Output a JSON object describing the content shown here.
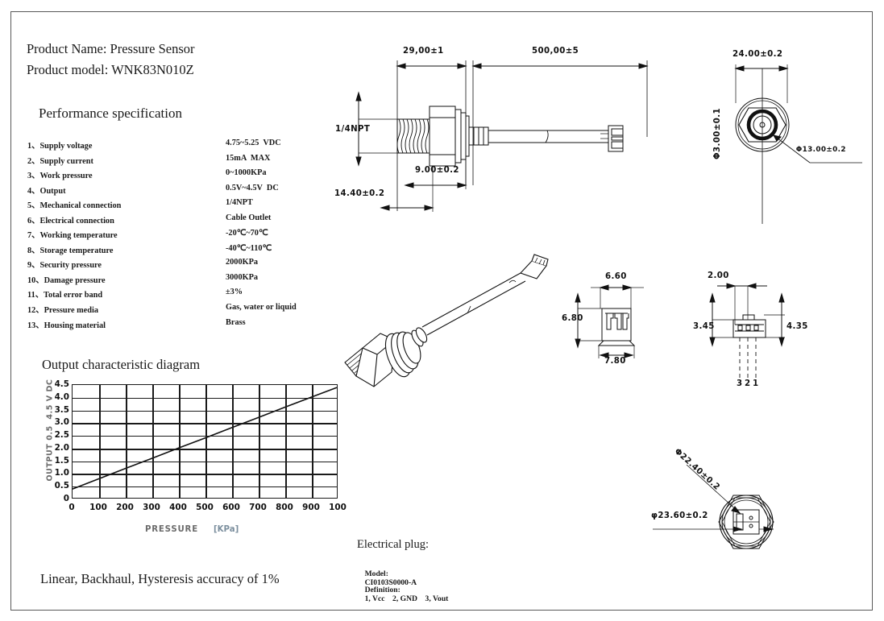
{
  "header": {
    "product_name_line": "Product Name: Pressure Sensor",
    "product_model_line": "Product model: WNK83N010Z",
    "performance_title": "Performance specification"
  },
  "specifications": [
    {
      "label": "1、Supply voltage",
      "value": "4.75~5.25  VDC"
    },
    {
      "label": "2、Supply current",
      "value": "15mA  MAX"
    },
    {
      "label": "3、Work pressure",
      "value": "0~1000KPa"
    },
    {
      "label": "4、Output",
      "value": "0.5V~4.5V  DC"
    },
    {
      "label": "5、Mechanical connection",
      "value": "1/4NPT"
    },
    {
      "label": "6、Electrical connection",
      "value": "Cable Outlet"
    },
    {
      "label": "7、Working temperature",
      "value": "-20℃~70℃"
    },
    {
      "label": "8、Storage temperature",
      "value": "-40℃~110℃"
    },
    {
      "label": "9、Security pressure",
      "value": "2000KPa"
    },
    {
      "label": "10、Damage pressure",
      "value": "3000KPa"
    },
    {
      "label": "11、Total error band",
      "value": "±3%"
    },
    {
      "label": "12、Pressure media",
      "value": "Gas, water or liquid"
    },
    {
      "label": "13、Housing material",
      "value": "Brass"
    }
  ],
  "chart_section": {
    "title": "Output characteristic diagram",
    "accuracy_note": "Linear, Backhaul, Hysteresis accuracy of 1%"
  },
  "chart_data": {
    "type": "line",
    "title": "Output characteristic diagram",
    "xlabel": "PRESSURE",
    "xunit": "[KPa]",
    "ylabel": "OUTPUT 0.5  4.5 V DC",
    "xlim": [
      0,
      1000
    ],
    "ylim": [
      0,
      4.5
    ],
    "grid": true,
    "legend": "none",
    "x_ticks": [
      "0",
      "100",
      "200",
      "300",
      "400",
      "500",
      "600",
      "700",
      "800",
      "900",
      "100"
    ],
    "x_tick_values": [
      0,
      100,
      200,
      300,
      400,
      500,
      600,
      700,
      800,
      900,
      1000
    ],
    "y_ticks": [
      "4.5",
      "4.0",
      "3.5",
      "3.0",
      "2.5",
      "2.0",
      "1.5",
      "1.0",
      "0.5",
      "0"
    ],
    "y_tick_values": [
      4.5,
      4.0,
      3.5,
      3.0,
      2.5,
      2.0,
      1.5,
      1.0,
      0.5,
      0
    ],
    "series": [
      {
        "name": "Output",
        "x": [
          0,
          100,
          200,
          300,
          400,
          500,
          600,
          700,
          800,
          900,
          1000
        ],
        "values": [
          0.35,
          0.76,
          1.17,
          1.57,
          1.98,
          2.38,
          2.79,
          3.19,
          3.6,
          4.0,
          4.4
        ]
      }
    ]
  },
  "drawing_side_view": {
    "dim_body_length": "29,00±1",
    "dim_cable_length": "500,00±5",
    "dim_thread": "1/4NPT",
    "dim_shoulder": "9.00±0.2",
    "dim_thread_length": "14.40±0.2"
  },
  "drawing_top_end_view": {
    "dim_hex_across": "24.00±0.2",
    "dim_port_diameter": "Φ13.00±0.2",
    "dim_center_hole": "Φ3.00±0.1"
  },
  "drawing_connector_front": {
    "dim_pitch_width": "6.60",
    "dim_height": "6.80",
    "dim_base_width": "7.80"
  },
  "drawing_connector_side": {
    "dim_pin_pitch": "2.00",
    "dim_body_height": "3.45",
    "dim_overall_height": "4.35",
    "pin_numbers": [
      "3",
      "2",
      "1"
    ]
  },
  "drawing_bottom_end_view": {
    "dim_inner_diameter": "Φ22.40±0.2",
    "dim_outer_diameter": "φ23.60±0.2"
  },
  "electrical_plug": {
    "title": "Electrical plug:",
    "model_label": "Model:",
    "model_value": "CI0103S0000-A",
    "definition_label": "Definition:",
    "definition_value": "1, Vcc    2, GND    3, Vout"
  }
}
